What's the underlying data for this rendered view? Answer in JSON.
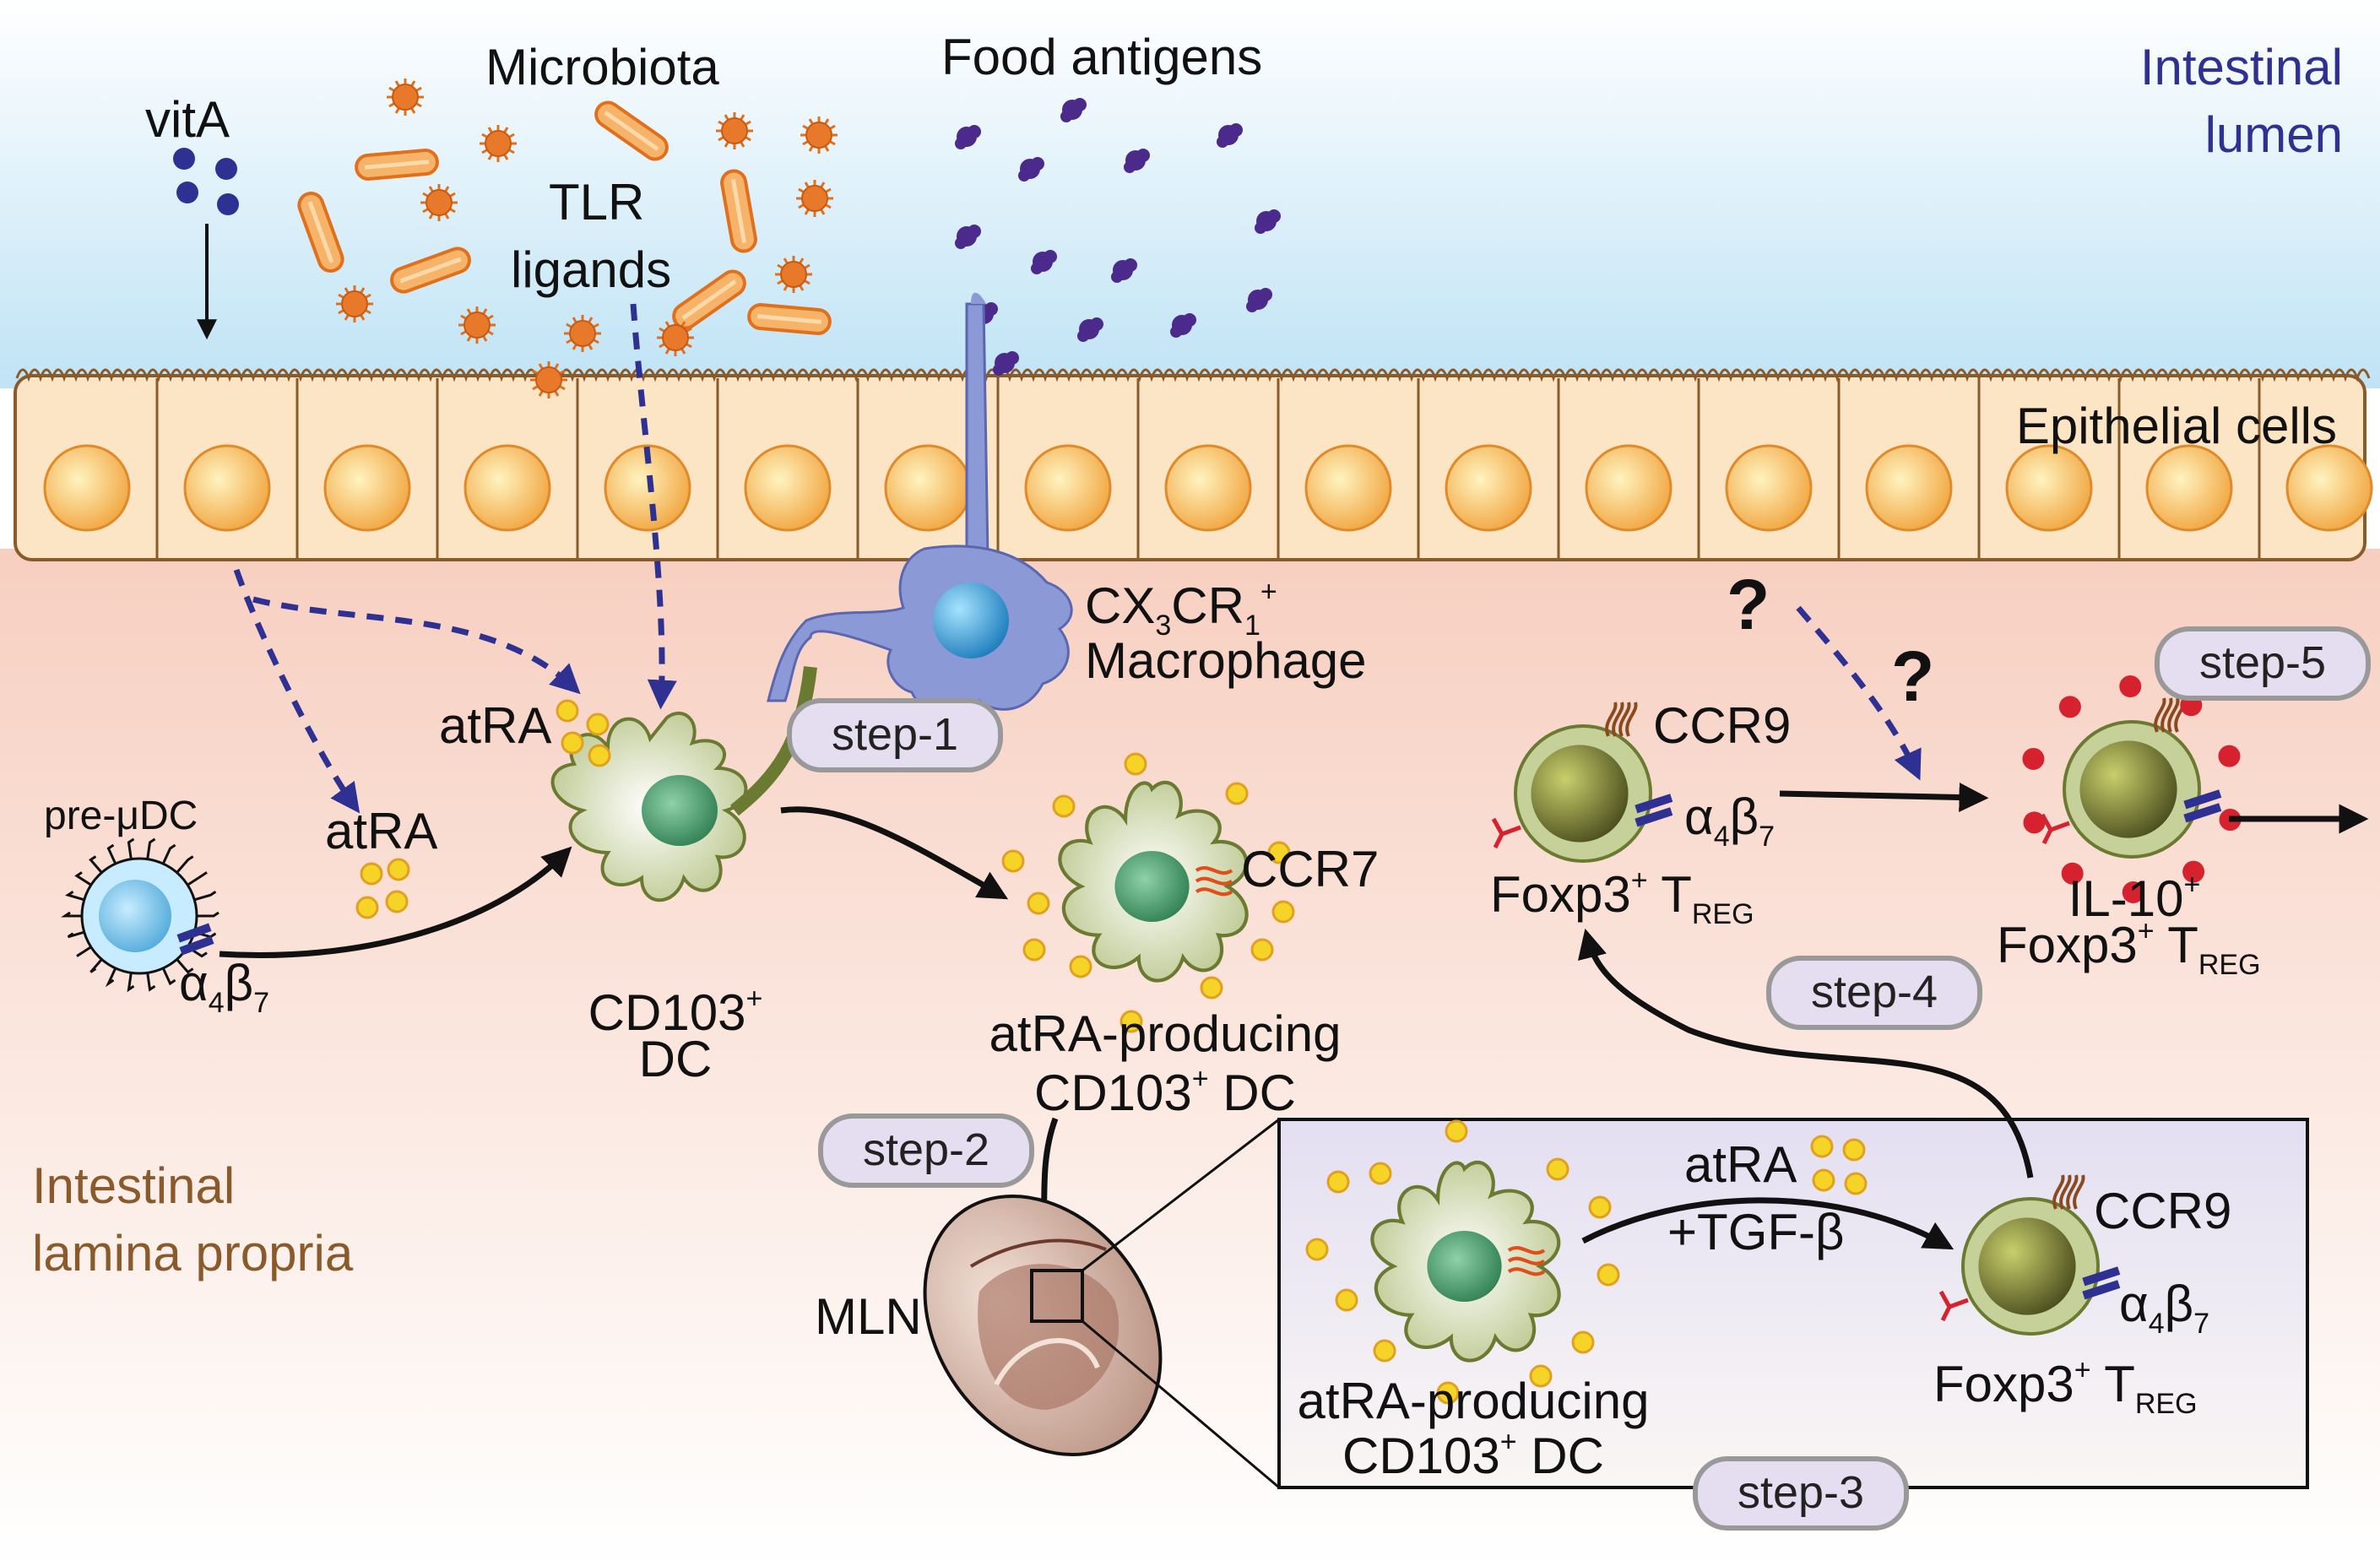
{
  "regions": {
    "lumen_line1": "Intestinal",
    "lumen_line2": "lumen",
    "lp_line1": "Intestinal",
    "lp_line2": "lamina propria"
  },
  "labels": {
    "vita": "vitA",
    "microbiota": "Microbiota",
    "tlr1": "TLR",
    "tlr2": "ligands",
    "food": "Food antigens",
    "epithelial": "Epithelial cells",
    "cx3cr1": "CX",
    "cx3cr1_sub": "3",
    "cx3cr1_cr": "CR",
    "cx3cr1_sub2": "1",
    "cx3cr1_sup": "+",
    "macrophage": "Macrophage",
    "atra_top": "atRA",
    "atra_left": "atRA",
    "pre_udc": "pre-μDC",
    "a4b7_a": "α",
    "a4b7_4": "4",
    "a4b7_b": "β",
    "a4b7_7": "7",
    "cd103": "CD103",
    "cd103_sup": "+",
    "dc": "DC",
    "ccr7": "CCR7",
    "atra_prod1": "atRA-producing",
    "atra_prod2": "CD103",
    "atra_prod2_sup": "+",
    "atra_prod2_dc": " DC",
    "ccr9_top": "CCR9",
    "foxp3": "Foxp3",
    "foxp3_sup": "+",
    "treg_t": " T",
    "treg_sub": "REG",
    "il10": "IL-10",
    "il10_sup": "+",
    "mln": "MLN",
    "inset_atra": "atRA",
    "inset_tgf": "+TGF-β",
    "inset_ccr9": "CCR9",
    "question": "?"
  },
  "steps": [
    "step-1",
    "step-2",
    "step-3",
    "step-4",
    "step-5"
  ],
  "colors": {
    "lumen_top": "#d9eef8",
    "lp_top": "#f8d9cc",
    "epithelium": "#fbe7c6",
    "nucleus": "#f2a94a",
    "microbe": "#e8792a",
    "food": "#4b2a8c",
    "dc_body": "#c6d19a",
    "dc_nucleus": "#3a8a5e",
    "treg": "#9aa442",
    "macrophage": "#8b9ad6",
    "atra": "#f5d327",
    "il10": "#d6212e",
    "arrow_dash": "#2e3192",
    "step_fill": "#e4def0"
  }
}
